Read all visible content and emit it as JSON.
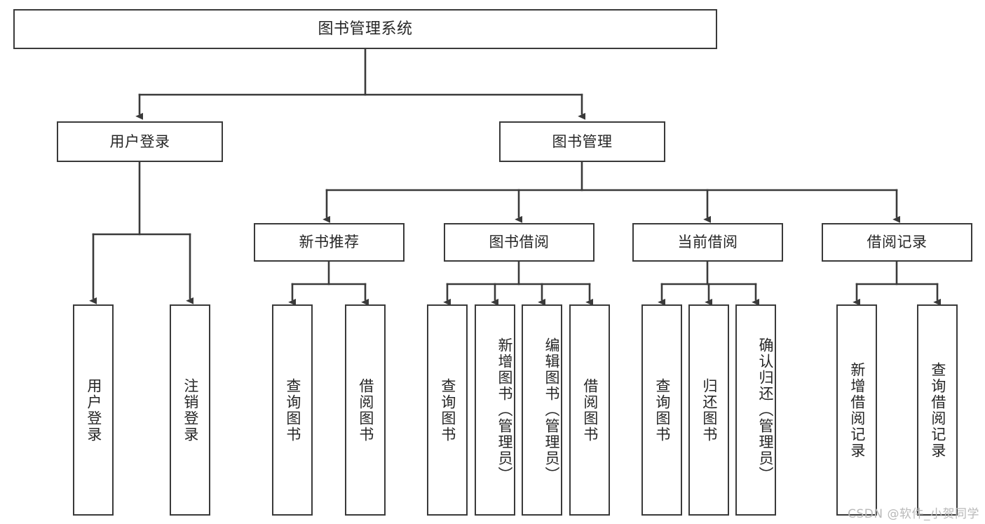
{
  "diagram": {
    "title": "图书管理系统",
    "type": "tree-hierarchy-chart",
    "colors": {
      "background": "#ffffff",
      "box_fill": "#ffffff",
      "box_stroke": "#3a3a3a",
      "text": "#262626",
      "connector": "#3a3a3a",
      "watermark": "#b9b9b9"
    },
    "root": {
      "label": "图书管理系统"
    },
    "level2": [
      {
        "label": "用户登录"
      },
      {
        "label": "图书管理"
      }
    ],
    "level3": [
      {
        "label": "新书推荐"
      },
      {
        "label": "图书借阅"
      },
      {
        "label": "当前借阅"
      },
      {
        "label": "借阅记录"
      }
    ],
    "leaves": {
      "user_login": [
        {
          "label": "用户登录"
        },
        {
          "label": "注销登录"
        }
      ],
      "new_book_recommend": [
        {
          "label": "查询图书"
        },
        {
          "label": "借阅图书"
        }
      ],
      "book_borrow": [
        {
          "label": "查询图书"
        },
        {
          "label": "新增图书（管理员）"
        },
        {
          "label": "编辑图书（管理员）"
        },
        {
          "label": "借阅图书"
        }
      ],
      "current_borrow": [
        {
          "label": "查询图书"
        },
        {
          "label": "归还图书"
        },
        {
          "label": "确认归还（管理员）"
        }
      ],
      "borrow_record": [
        {
          "label": "新增借阅记录"
        },
        {
          "label": "查询借阅记录"
        }
      ]
    }
  },
  "watermark": {
    "text": "CSDN @软件_小贺同学"
  }
}
